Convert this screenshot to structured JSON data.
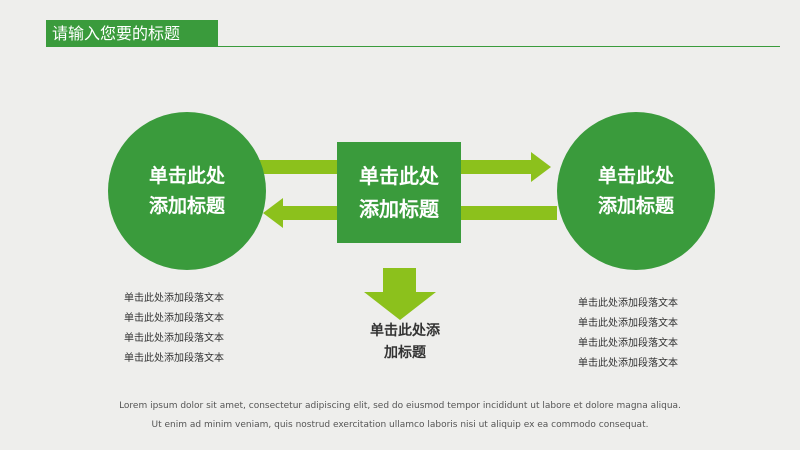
{
  "header": {
    "title": "请输入您要的标题"
  },
  "diagram": {
    "left_circle": "单击此处\n添加标题",
    "right_circle": "单击此处\n添加标题",
    "center_box": "单击此处\n添加标题",
    "sub_title": "单击此处添\n加标题"
  },
  "left_list": [
    "单击此处添加段落文本",
    "单击此处添加段落文本",
    "单击此处添加段落文本",
    "单击此处添加段落文本"
  ],
  "right_list": [
    "单击此处添加段落文本",
    "单击此处添加段落文本",
    "单击此处添加段落文本",
    "单击此处添加段落文本"
  ],
  "footer": {
    "line1": "Lorem ipsum dolor sit amet, consectetur adipiscing elit, sed do eiusmod tempor incididunt ut labore et dolore magna aliqua.",
    "line2": "Ut enim ad minim veniam, quis nostrud exercitation ullamco laboris nisi ut aliquip ex ea commodo consequat."
  },
  "colors": {
    "primary_green": "#3a9b3c",
    "arrow_green": "#8cc11c",
    "background": "#eeeeec"
  }
}
